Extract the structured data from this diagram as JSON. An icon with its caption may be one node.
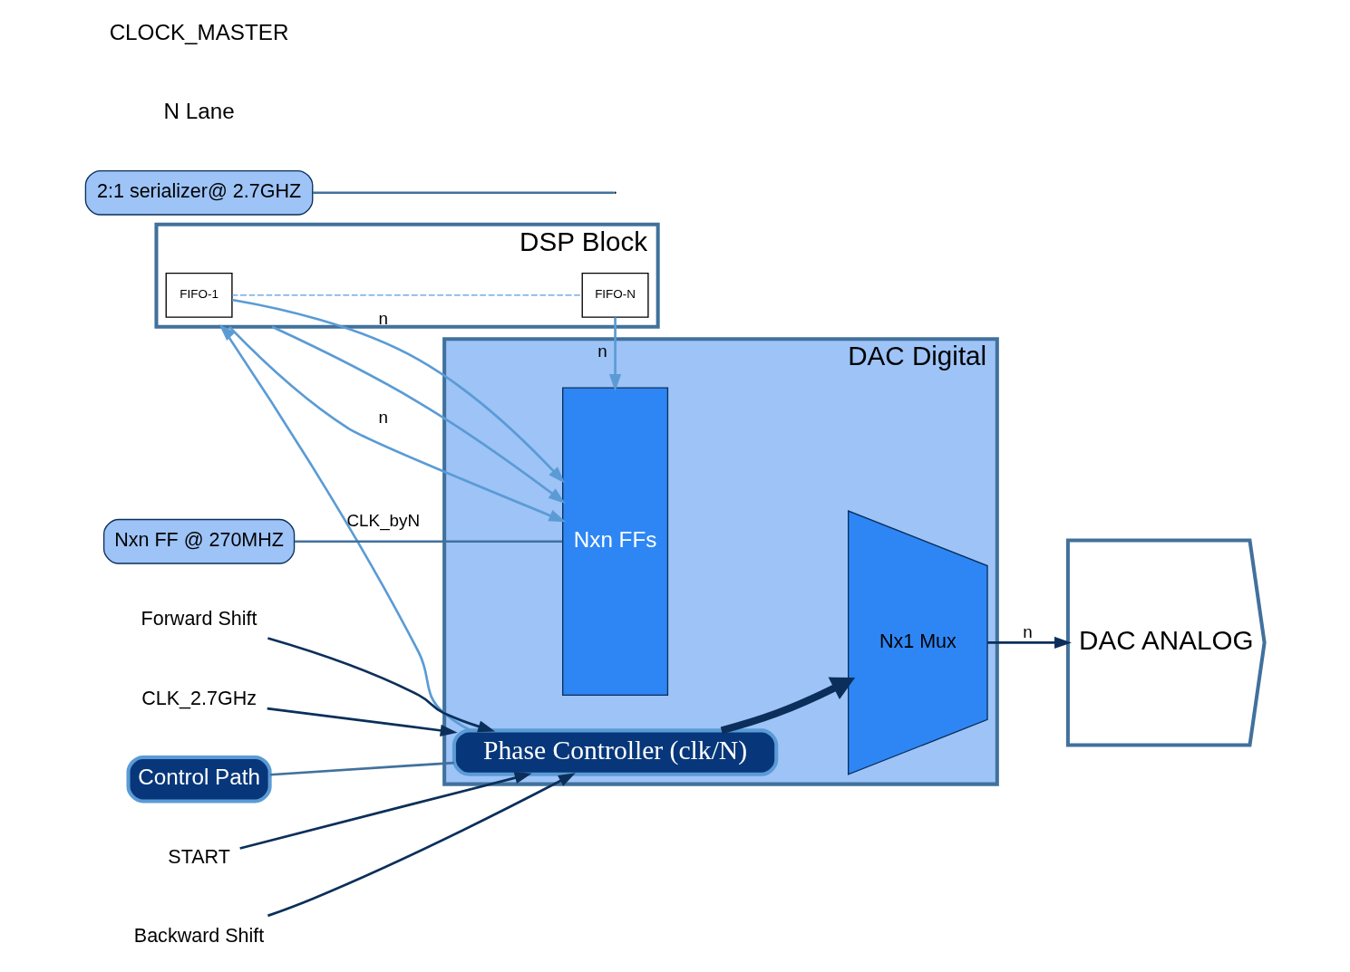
{
  "diagram": {
    "nodes": [
      {
        "text": [
          "DSP Block"
        ]
      },
      {
        "text": [
          "FIFO-1"
        ],
        "in": 0
      },
      {
        "text": [
          "FIFO-N"
        ],
        "in": 0
      },
      {
        "text": [
          "DAC Digital"
        ]
      },
      {
        "text": [
          "Nxn FFs"
        ],
        "in": 3
      },
      {
        "text": [
          "Nx1 Mux"
        ],
        "in": 3
      },
      {
        "text": [
          "Phase Controller (clk/N)"
        ],
        "in": 3
      },
      {
        "text": [
          "DAC ANALOG"
        ]
      },
      {
        "text": [
          "Nxn FF @ 270MHZ"
        ]
      },
      {
        "text": [
          "2:1 serializer@ 2.7GHZ"
        ]
      },
      {
        "text": [
          "Control Path"
        ]
      },
      {
        "text": [
          "START"
        ]
      },
      {
        "text": [
          "Backward Shift"
        ]
      },
      {
        "text": [
          "Forward Shift"
        ]
      },
      {
        "text": [
          "CLK_2.7GHz"
        ]
      }
    ],
    "edges": [
      {
        "from": 1,
        "to": 4,
        "arrow": "to",
        "label": "n",
        "color": "#5b9bd5"
      },
      {
        "from": 0,
        "to": 4,
        "arrow": "to",
        "color": "#5b9bd5"
      },
      {
        "from": 0,
        "to": 4,
        "arrow": "to",
        "label": "n",
        "color": "#5b9bd5"
      },
      {
        "from": 2,
        "to": 4,
        "arrow": "to",
        "label": "n",
        "color": "#5b9bd5"
      },
      {
        "from": 1,
        "to": 2,
        "arrow": "none",
        "style": "dashed",
        "color": "#5b9bd5"
      },
      {
        "from": 6,
        "to": 0,
        "arrow": "to",
        "label": "CLK_byN",
        "color": "#5b9bd5"
      },
      {
        "from": 5,
        "to": 7,
        "arrow": "to",
        "label": "n",
        "color": "#0b2f5a"
      },
      {
        "from": 6,
        "to": 5,
        "arrow": "to",
        "style": "thick",
        "color": "#0b2f5a"
      },
      {
        "from": 11,
        "to": 6,
        "arrow": "to",
        "color": "#0b2f5a"
      },
      {
        "from": 12,
        "to": 6,
        "arrow": "to",
        "color": "#0b2f5a"
      },
      {
        "from": 13,
        "to": 6,
        "arrow": "to",
        "color": "#0b2f5a"
      },
      {
        "from": 14,
        "to": 6,
        "arrow": "to",
        "color": "#0b2f5a"
      },
      {
        "from": 8,
        "to": 4,
        "arrow": "none",
        "color": "#41719c"
      },
      {
        "from": 9,
        "to": null,
        "arrow": "none",
        "color": "#41719c"
      },
      {
        "from": 10,
        "to": 6,
        "arrow": "none",
        "color": "#41719c"
      }
    ],
    "labels": [
      "N Lane",
      "CLOCK_MASTER"
    ]
  }
}
